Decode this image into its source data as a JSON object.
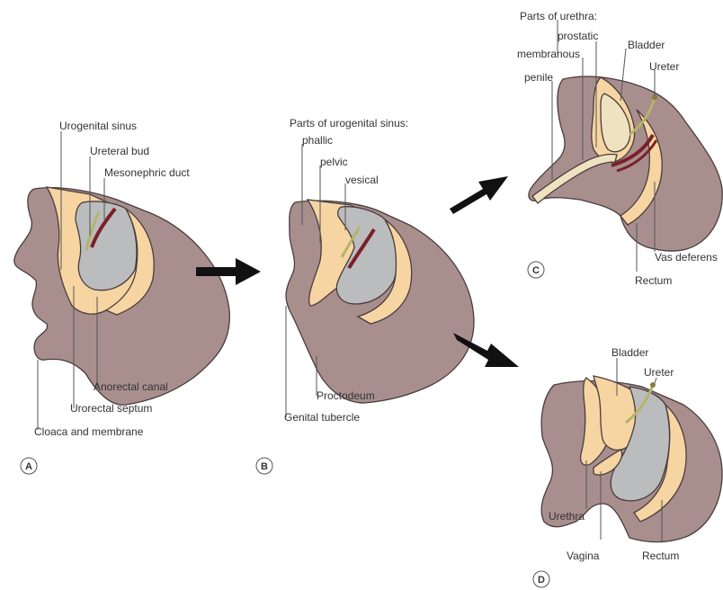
{
  "colors": {
    "body_tissue": "#a88f8e",
    "mesoderm": "#f6d5a2",
    "sinus": "#bbbcbe",
    "duct": "#7a2028",
    "ureter": "#b5b46a",
    "urethra_fill": "#efe2c0",
    "arrow": "#111111",
    "outline": "#4a3c3c"
  },
  "panelA": {
    "badge": "A",
    "labels": {
      "urogenital_sinus": "Urogenital sinus",
      "ureteral_bud": "Ureteral bud",
      "mesonephric_duct": "Mesonephric duct",
      "anorectal_canal": "Anorectal canal",
      "urorectal_septum": "Urorectal septum",
      "cloaca_membrane": "Cloaca and membrane"
    }
  },
  "panelB": {
    "badge": "B",
    "labels": {
      "heading": "Parts of urogenital sinus:",
      "phallic": "phallic",
      "pelvic": "pelvic",
      "vesical": "vesical",
      "proctodeum": "Proctodeum",
      "genital_tubercle": "Genital tubercle"
    }
  },
  "panelC": {
    "badge": "C",
    "labels": {
      "heading": "Parts of urethra:",
      "prostatic": "prostatic",
      "membranous": "membranous",
      "penile": "penile",
      "bladder": "Bladder",
      "ureter": "Ureter",
      "vas_deferens": "Vas deferens",
      "rectum": "Rectum"
    }
  },
  "panelD": {
    "badge": "D",
    "labels": {
      "bladder": "Bladder",
      "ureter": "Ureter",
      "urethra": "Urethra",
      "vagina": "Vagina",
      "rectum": "Rectum"
    }
  }
}
